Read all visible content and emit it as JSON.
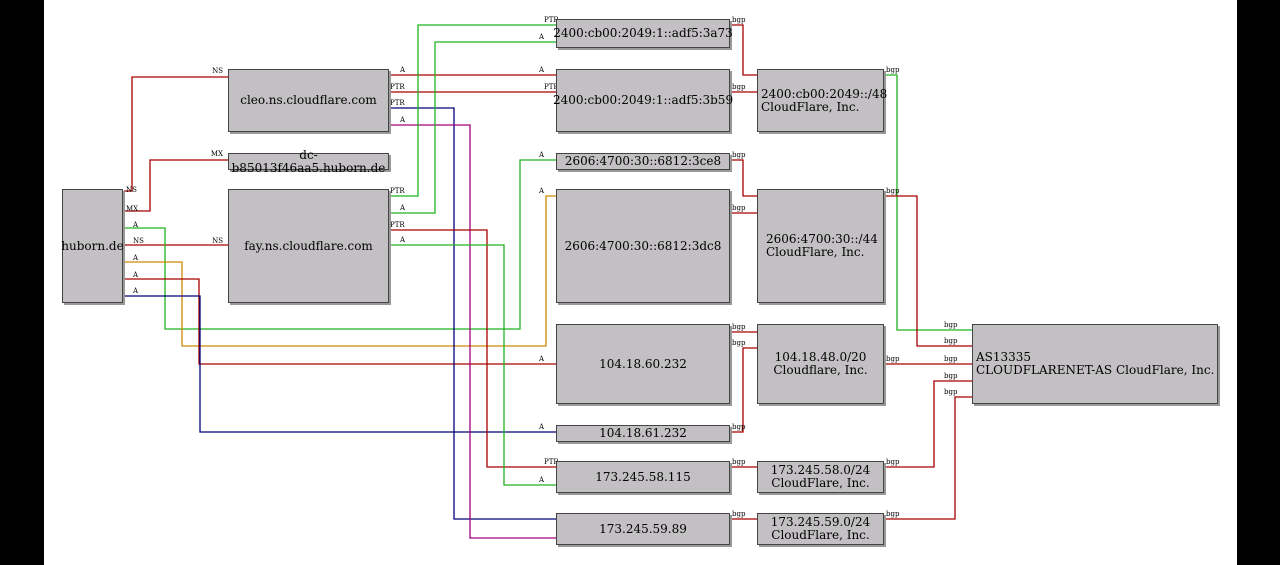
{
  "colors": {
    "red": "#a60000",
    "green": "#1db31d",
    "orange": "#d08a00",
    "navy": "#00007a",
    "purple": "#a0007a",
    "node_fill": "#c2c0c2"
  },
  "nodes": {
    "huborn": "huborn.de",
    "cleo": "cleo.ns.cloudflare.com",
    "dc": "dc-b85013f46aa5.huborn.de",
    "fay": "fay.ns.cloudflare.com",
    "ip_adf5_3a73": "2400:cb00:2049:1::adf5:3a73",
    "ip_adf5_3b59": "2400:cb00:2049:1::adf5:3b59",
    "ip_3ce8": "2606:4700:30::6812:3ce8",
    "ip_3dc8": "2606:4700:30::6812:3dc8",
    "ip_104_60": "104.18.60.232",
    "ip_104_61": "104.18.61.232",
    "ip_173_58": "173.245.58.115",
    "ip_173_59": "173.245.59.89",
    "net_2400": [
      "2400:cb00:2049::/48",
      "CloudFlare, Inc."
    ],
    "net_2606": [
      "2606:4700:30::/44",
      "CloudFlare, Inc."
    ],
    "net_104": [
      "104.18.48.0/20",
      "Cloudflare, Inc."
    ],
    "net_173_58": [
      "173.245.58.0/24",
      "CloudFlare, Inc."
    ],
    "net_173_59": [
      "173.245.59.0/24",
      "CloudFlare, Inc."
    ],
    "as": [
      "AS13335",
      "CLOUDFLARENET-AS CloudFlare, Inc."
    ]
  },
  "edge_labels": {
    "ns": "NS",
    "mx": "MX",
    "a": "A",
    "ptr": "PTR",
    "bgp": "bgp"
  }
}
